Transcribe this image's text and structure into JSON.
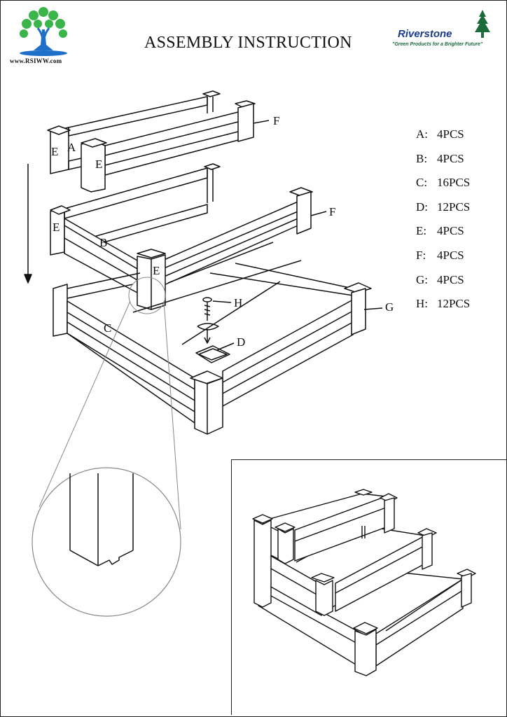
{
  "header": {
    "title": "ASSEMBLY INSTRUCTION",
    "site_url": "www.RSIWW.com",
    "brand_name": "Riverstone",
    "brand_tagline": "\"Green Products for a Brighter Future\""
  },
  "parts_list": [
    {
      "letter": "A:",
      "qty": "4PCS"
    },
    {
      "letter": "B:",
      "qty": "4PCS"
    },
    {
      "letter": "C:",
      "qty": "16PCS"
    },
    {
      "letter": "D:",
      "qty": "12PCS"
    },
    {
      "letter": "E:",
      "qty": "4PCS"
    },
    {
      "letter": "F:",
      "qty": "4PCS"
    },
    {
      "letter": "G:",
      "qty": "4PCS"
    },
    {
      "letter": "H:",
      "qty": "12PCS"
    }
  ],
  "diagram_labels": {
    "a": "A",
    "b": "B",
    "c": "C",
    "d": "D",
    "e1": "E",
    "e2": "E",
    "e3": "E",
    "e4": "E",
    "f1": "F",
    "f2": "F",
    "g": "G",
    "h": "H"
  },
  "colors": {
    "logo_tree_green": "#39b54a",
    "logo_trunk_blue": "#1e6fc8",
    "brand_blue": "#1a3a8c",
    "tagline_green": "#1a6a3a"
  }
}
